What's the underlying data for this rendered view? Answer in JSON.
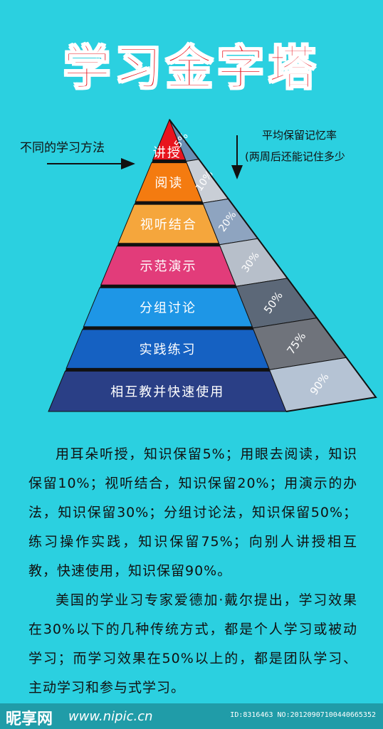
{
  "title": "学习金字塔",
  "left_caption": "不同的学习方法",
  "right_caption_line1": "平均保留记忆率",
  "right_caption_line2": "(两周后还能记住多少",
  "levels": [
    {
      "label": "讲授",
      "color": "#e8141e"
    },
    {
      "label": "阅读",
      "color": "#f47b10"
    },
    {
      "label": "视听结合",
      "color": "#f5a63c"
    },
    {
      "label": "示范演示",
      "color": "#e23c7a"
    },
    {
      "label": "分组讨论",
      "color": "#1e96e6"
    },
    {
      "label": "实践练习",
      "color": "#1561c2"
    },
    {
      "label": "相互教并快速使用",
      "color": "#2a3f86"
    }
  ],
  "rates": [
    {
      "label": "5%",
      "color": "#6a8fb4"
    },
    {
      "label": "10%",
      "color": "#c9ced6"
    },
    {
      "label": "20%",
      "color": "#8ea4c0"
    },
    {
      "label": "30%",
      "color": "#b7bfca"
    },
    {
      "label": "50%",
      "color": "#5c6878"
    },
    {
      "label": "75%",
      "color": "#6f737b"
    },
    {
      "label": "90%",
      "color": "#b5c3d4"
    }
  ],
  "paragraph1": "用耳朵听授，知识保留5%；用眼去阅读，知识保留10%；视听结合，知识保留20%；用演示的办法，知识保留30%；分组讨论法，知识保留50%；练习操作实践，知识保留75%；向别人讲授相互教，快速使用，知识保留90%。",
  "paragraph2": "美国的学业习专家爱德加·戴尔提出，学习效果在30%以下的几种传统方式，都是个人学习或被动学习；而学习效果在50%以上的，都是团队学习、主动学习和参与式学习。",
  "watermark": {
    "logo": "昵享网",
    "url": "www.nipic.cn",
    "id": "ID:8316463 NO:20120907100440665352"
  }
}
